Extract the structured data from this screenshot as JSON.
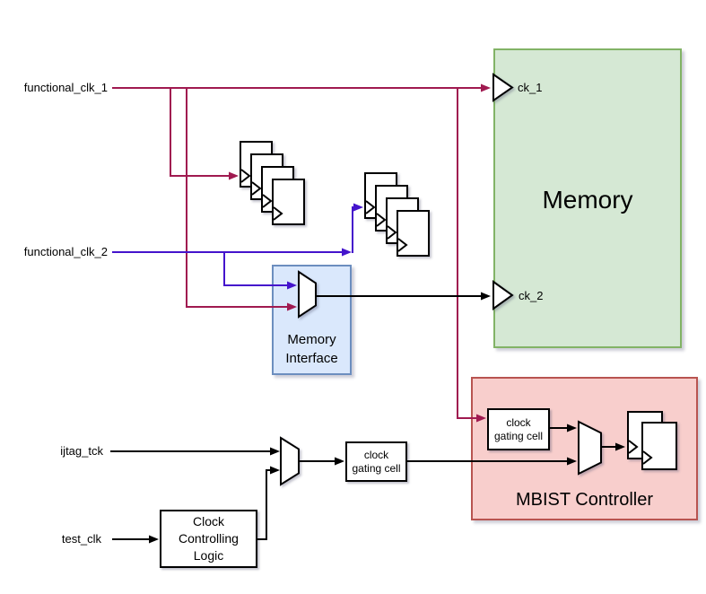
{
  "wire_colors": {
    "functional_clk_1": "#a01a50",
    "functional_clk_2": "#4414cc",
    "test_clocks": "#000000"
  },
  "input_signals": {
    "functional_clk_1": "functional_clk_1",
    "functional_clk_2": "functional_clk_2",
    "ijtag_tck": "ijtag_tck",
    "test_clk": "test_clk"
  },
  "memory_block": {
    "title": "Memory",
    "port_ck_1": "ck_1",
    "port_ck_2": "ck_2",
    "fill": "#d5e8d4",
    "border": "#82b366"
  },
  "memory_interface_block": {
    "title_line_1": "Memory",
    "title_line_2": "Interface",
    "fill": "#dae8fc",
    "border": "#6c8ebf"
  },
  "mbist_block": {
    "title": "MBIST Controller",
    "fill": "#f8cecc",
    "border": "#b85450",
    "clock_gating_cell": {
      "line_1": "clock",
      "line_2": "gating cell"
    }
  },
  "clock_gating_cell": {
    "line_1": "clock",
    "line_2": "gating cell"
  },
  "clock_controlling_logic": {
    "line_1": "Clock Controlling",
    "line_2": "Logic"
  }
}
